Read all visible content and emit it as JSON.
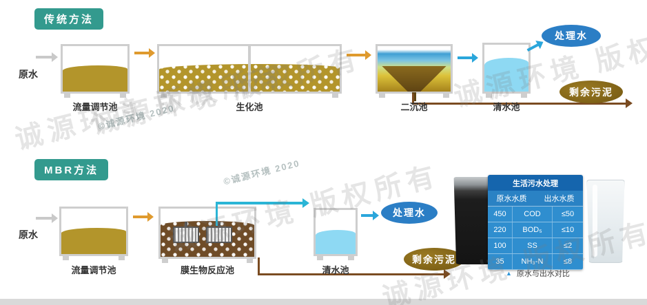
{
  "colors": {
    "badge_bg": "#339a8e",
    "orange_arrow": "#df9a2e",
    "blue_arrow": "#2aa6db",
    "cyan_pipe": "#2ab5d6",
    "gray_arrow": "#c9c9c9",
    "sludge_line": "#7a4b21",
    "treated_ellipse": "#2b7ec5",
    "sludge_ellipse": "#83661a",
    "olive_liquid": "#b3952b",
    "clear_liquid": "#8ed9f3",
    "mbr_liquid": "#6f4c27",
    "table_title_bg": "#1565ad",
    "table_row_bg": "#2f8ecf"
  },
  "traditional": {
    "badge": "传统方法",
    "raw_water": "原水",
    "tank_flow": "流量调节池",
    "tank_bio": "生化池",
    "tank_sediment": "二沉池",
    "tank_clear": "清水池",
    "treated": "处理水",
    "sludge": "剩余污泥"
  },
  "mbr": {
    "badge": "MBR方法",
    "raw_water": "原水",
    "tank_flow": "流量调节池",
    "tank_membrane": "膜生物反应池",
    "tank_clear": "清水池",
    "treated": "处理水",
    "sludge": "剩余污泥"
  },
  "table": {
    "title": "生活污水处理",
    "header_left": "原水水质",
    "header_right": "出水水质",
    "rows": [
      {
        "raw": "450",
        "param": "COD",
        "out": "≤50"
      },
      {
        "raw": "220",
        "param": "BOD₅",
        "out": "≤10"
      },
      {
        "raw": "100",
        "param": "SS",
        "out": "≤2"
      },
      {
        "raw": "35",
        "param": "NH₃-N",
        "out": "≤8"
      }
    ]
  },
  "caption": {
    "marker": "▲",
    "text": "原水与出水对比"
  },
  "watermarks": {
    "large": "诚源环境 版权所有",
    "small": "©诚源环境 2020"
  }
}
